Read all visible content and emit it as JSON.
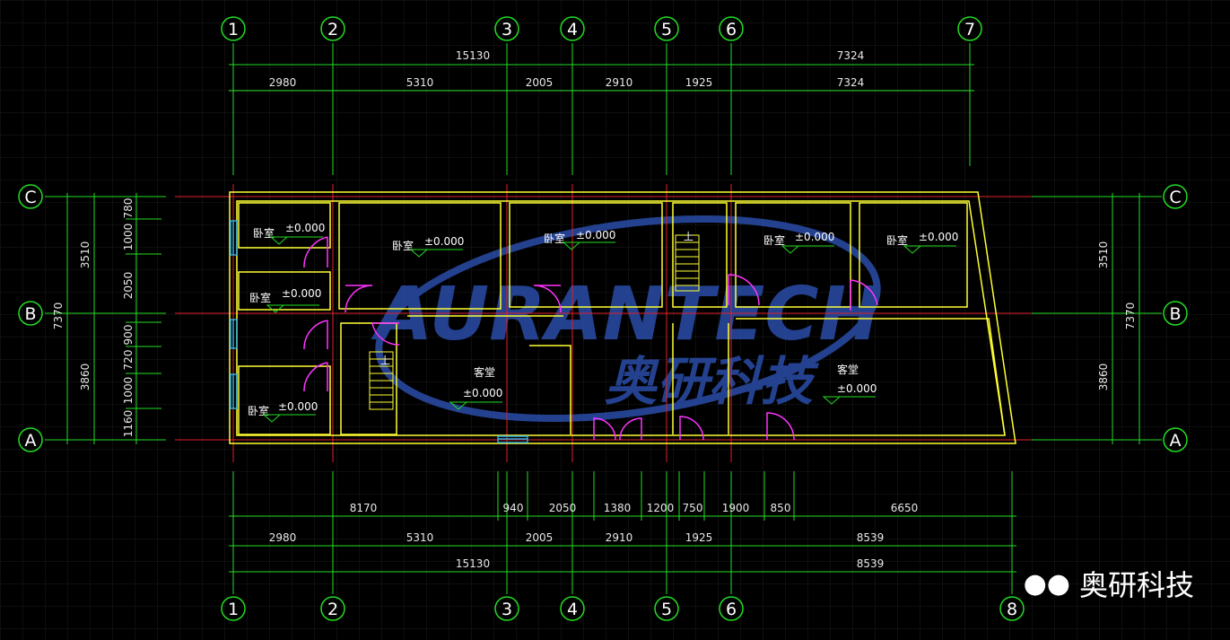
{
  "axes_top": [
    "1",
    "2",
    "3",
    "4",
    "5",
    "6",
    "7"
  ],
  "axes_bottom": [
    "1",
    "2",
    "3",
    "4",
    "5",
    "6",
    "8"
  ],
  "rows_left": [
    "C",
    "B",
    "A"
  ],
  "rows_right": [
    "C",
    "B",
    "A"
  ],
  "dims": {
    "top_total_a": "15130",
    "top_total_b": "7324",
    "top_seg": [
      "2980",
      "5310",
      "2005",
      "2910",
      "1925",
      "7324"
    ],
    "bot_detail": [
      "8170",
      "940",
      "2050",
      "1380",
      "1200",
      "750",
      "1900",
      "850",
      "6650"
    ],
    "bot_seg": [
      "2980",
      "5310",
      "2005",
      "2910",
      "1925",
      "8539"
    ],
    "bot_total_a": "15130",
    "bot_total_b": "8539",
    "left_total": "7370",
    "left_seg": [
      "3510",
      "3860"
    ],
    "left_detail": [
      "780",
      "1000",
      "2050",
      "900",
      "720",
      "1000",
      "1160"
    ],
    "right_total": "7370",
    "right_seg": [
      "3510",
      "3860"
    ]
  },
  "rooms": {
    "bedroom": "卧室",
    "living": "客堂",
    "level": "±0.000",
    "stair_up": "上"
  },
  "watermark": {
    "en": "AURANTECH",
    "cn": "奥研科技"
  },
  "brand": {
    "label": "奥研科技"
  },
  "colors": {
    "grid": "#1c1c1c",
    "axis": "#e0202a",
    "dim": "#22dd22",
    "wall": "#ffff33",
    "door": "#ff33ff",
    "window": "#33aadd",
    "watermark": "#2a4da8"
  }
}
